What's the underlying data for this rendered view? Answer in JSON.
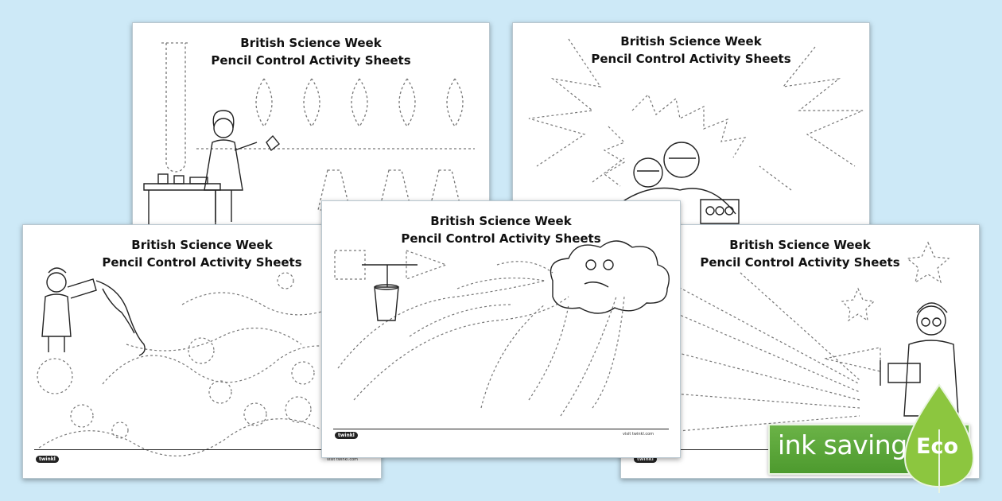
{
  "sheets": [
    {
      "title_line1": "British Science Week",
      "title_line2": "Pencil Control Activity Sheets"
    },
    {
      "title_line1": "British Science Week",
      "title_line2": "Pencil Control Activity Sheets"
    },
    {
      "title_line1": "British Science Week",
      "title_line2": "Pencil Control Activity Sheets"
    },
    {
      "title_line1": "British Science Week",
      "title_line2": "Pencil Control Activity Sheets"
    },
    {
      "title_line1": "British Science Week",
      "title_line2": "Pencil Control Activity Sheets"
    }
  ],
  "footer": {
    "logo": "twinkl",
    "url": "visit twinkl.com"
  },
  "badge": {
    "label": "ink saving",
    "eco": "Eco"
  },
  "colors": {
    "background": "#cde9f7",
    "badge_green": "#5aa53a"
  }
}
